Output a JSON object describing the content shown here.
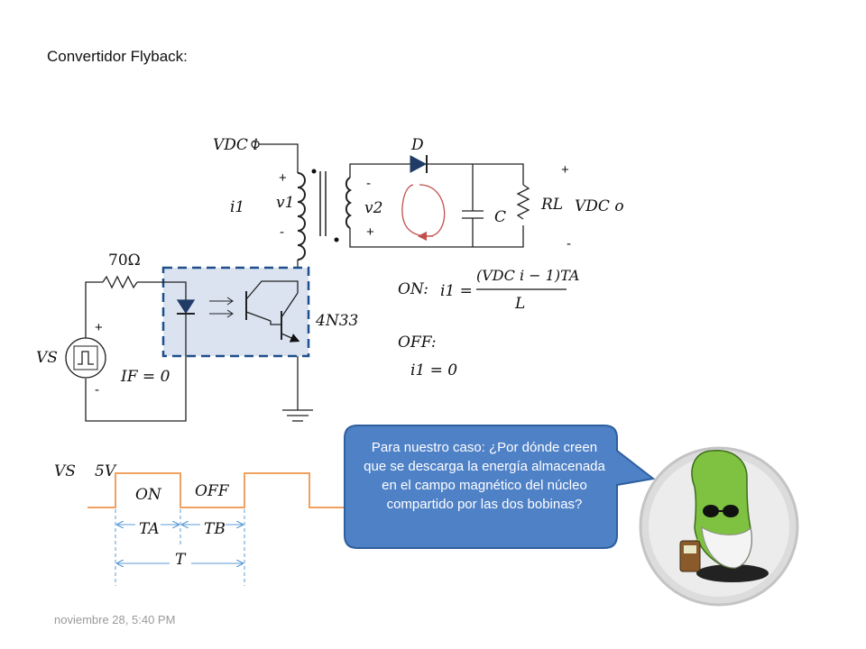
{
  "title": "Convertidor Flyback:",
  "colors": {
    "optocoupler_fill": "#dbe3f1",
    "optocoupler_border": "#1f4e8c",
    "callout_fill": "#4f81c7",
    "callout_border": "#2e5f9e",
    "loop_arrow": "#c0504d",
    "waveform": "#f0a060",
    "timing_arrow": "#5b9bd5",
    "diode_fill": "#1f3b66"
  },
  "circuit_labels": {
    "vdc_in": "VDC i",
    "diode": "D",
    "plus_primary": "+",
    "minus_primary": "-",
    "v1": "v1",
    "i1": "i1",
    "minus_secondary": "-",
    "plus_secondary": "+",
    "v2": "v2",
    "capacitor": "C",
    "load": "RL",
    "vdc_out": "VDC o",
    "out_plus": "+",
    "out_minus": "-",
    "resistor": "70Ω",
    "transistor": "4N33",
    "source_plus": "+",
    "source_minus": "-",
    "source": "VS",
    "if_current": "IF = 0"
  },
  "equations": {
    "on_label": "ON:",
    "on_lhs": "i1 =",
    "on_numerator": "(VDC i − 1)TA",
    "on_denominator": "L",
    "off_label": "OFF:",
    "off_eq": "i1 = 0"
  },
  "waveform": {
    "vs_label": "VS",
    "amplitude": "5V",
    "on_label": "ON",
    "off_label": "OFF",
    "ta_label": "TA",
    "tb_label": "TB",
    "period_label": "T"
  },
  "callout": {
    "text": "Para nuestro caso: ¿Por dónde creen que se descarga la energía almacenada en el campo magnético del núcleo compartido por las dos bobinas?"
  },
  "footer": {
    "date": "noviembre 28, 5:40 PM"
  }
}
